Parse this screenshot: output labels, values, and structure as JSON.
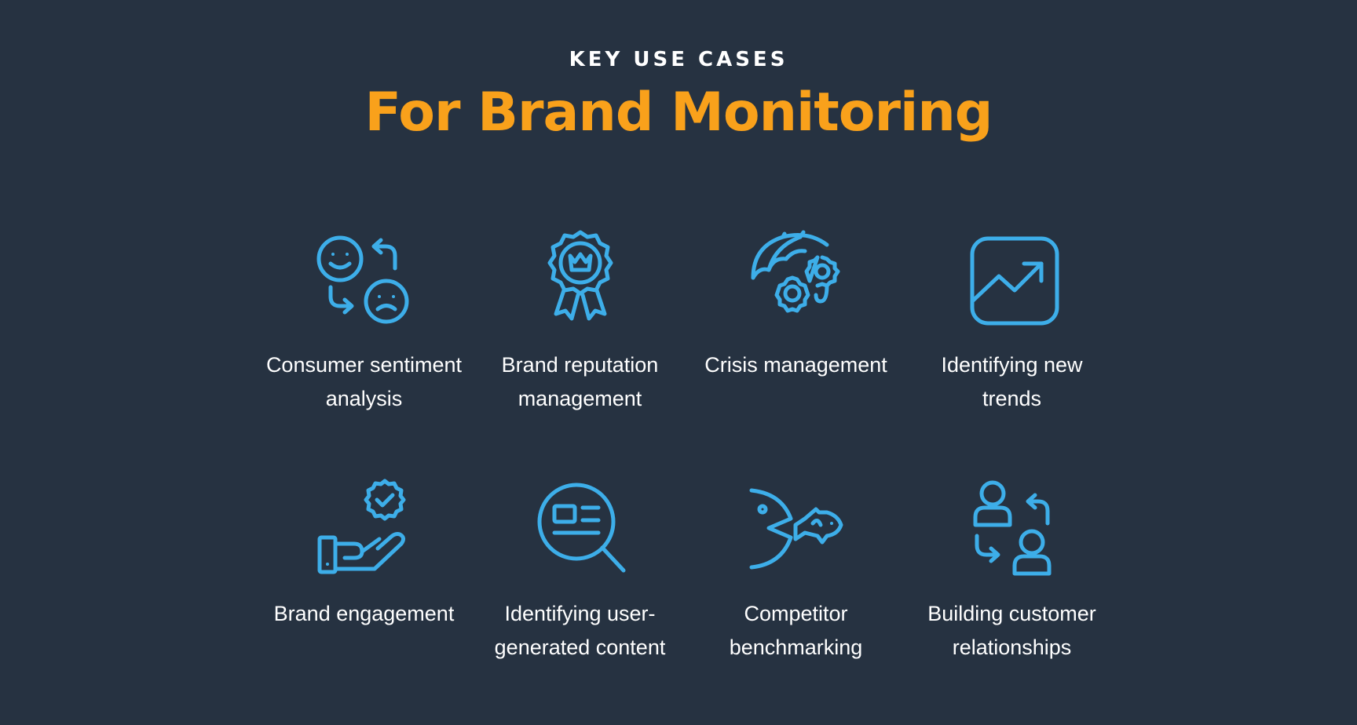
{
  "header": {
    "eyebrow": "KEY USE CASES",
    "title": "For Brand Monitoring"
  },
  "colors": {
    "background": "#263241",
    "accent": "#f9a11b",
    "icon": "#3daee9",
    "text": "#ffffff"
  },
  "use_cases": [
    {
      "label": "Consumer sentiment analysis",
      "icon": "sentiment-swap-icon"
    },
    {
      "label": "Brand reputation management",
      "icon": "award-badge-icon"
    },
    {
      "label": "Crisis management",
      "icon": "umbrella-gears-icon"
    },
    {
      "label": "Identifying new trends",
      "icon": "trend-chart-icon"
    },
    {
      "label": "Brand engagement",
      "icon": "hand-badge-icon"
    },
    {
      "label": "Identifying user-generated content",
      "icon": "search-content-icon"
    },
    {
      "label": "Competitor benchmarking",
      "icon": "big-fish-small-fish-icon"
    },
    {
      "label": "Building customer relationships",
      "icon": "users-exchange-icon"
    }
  ]
}
